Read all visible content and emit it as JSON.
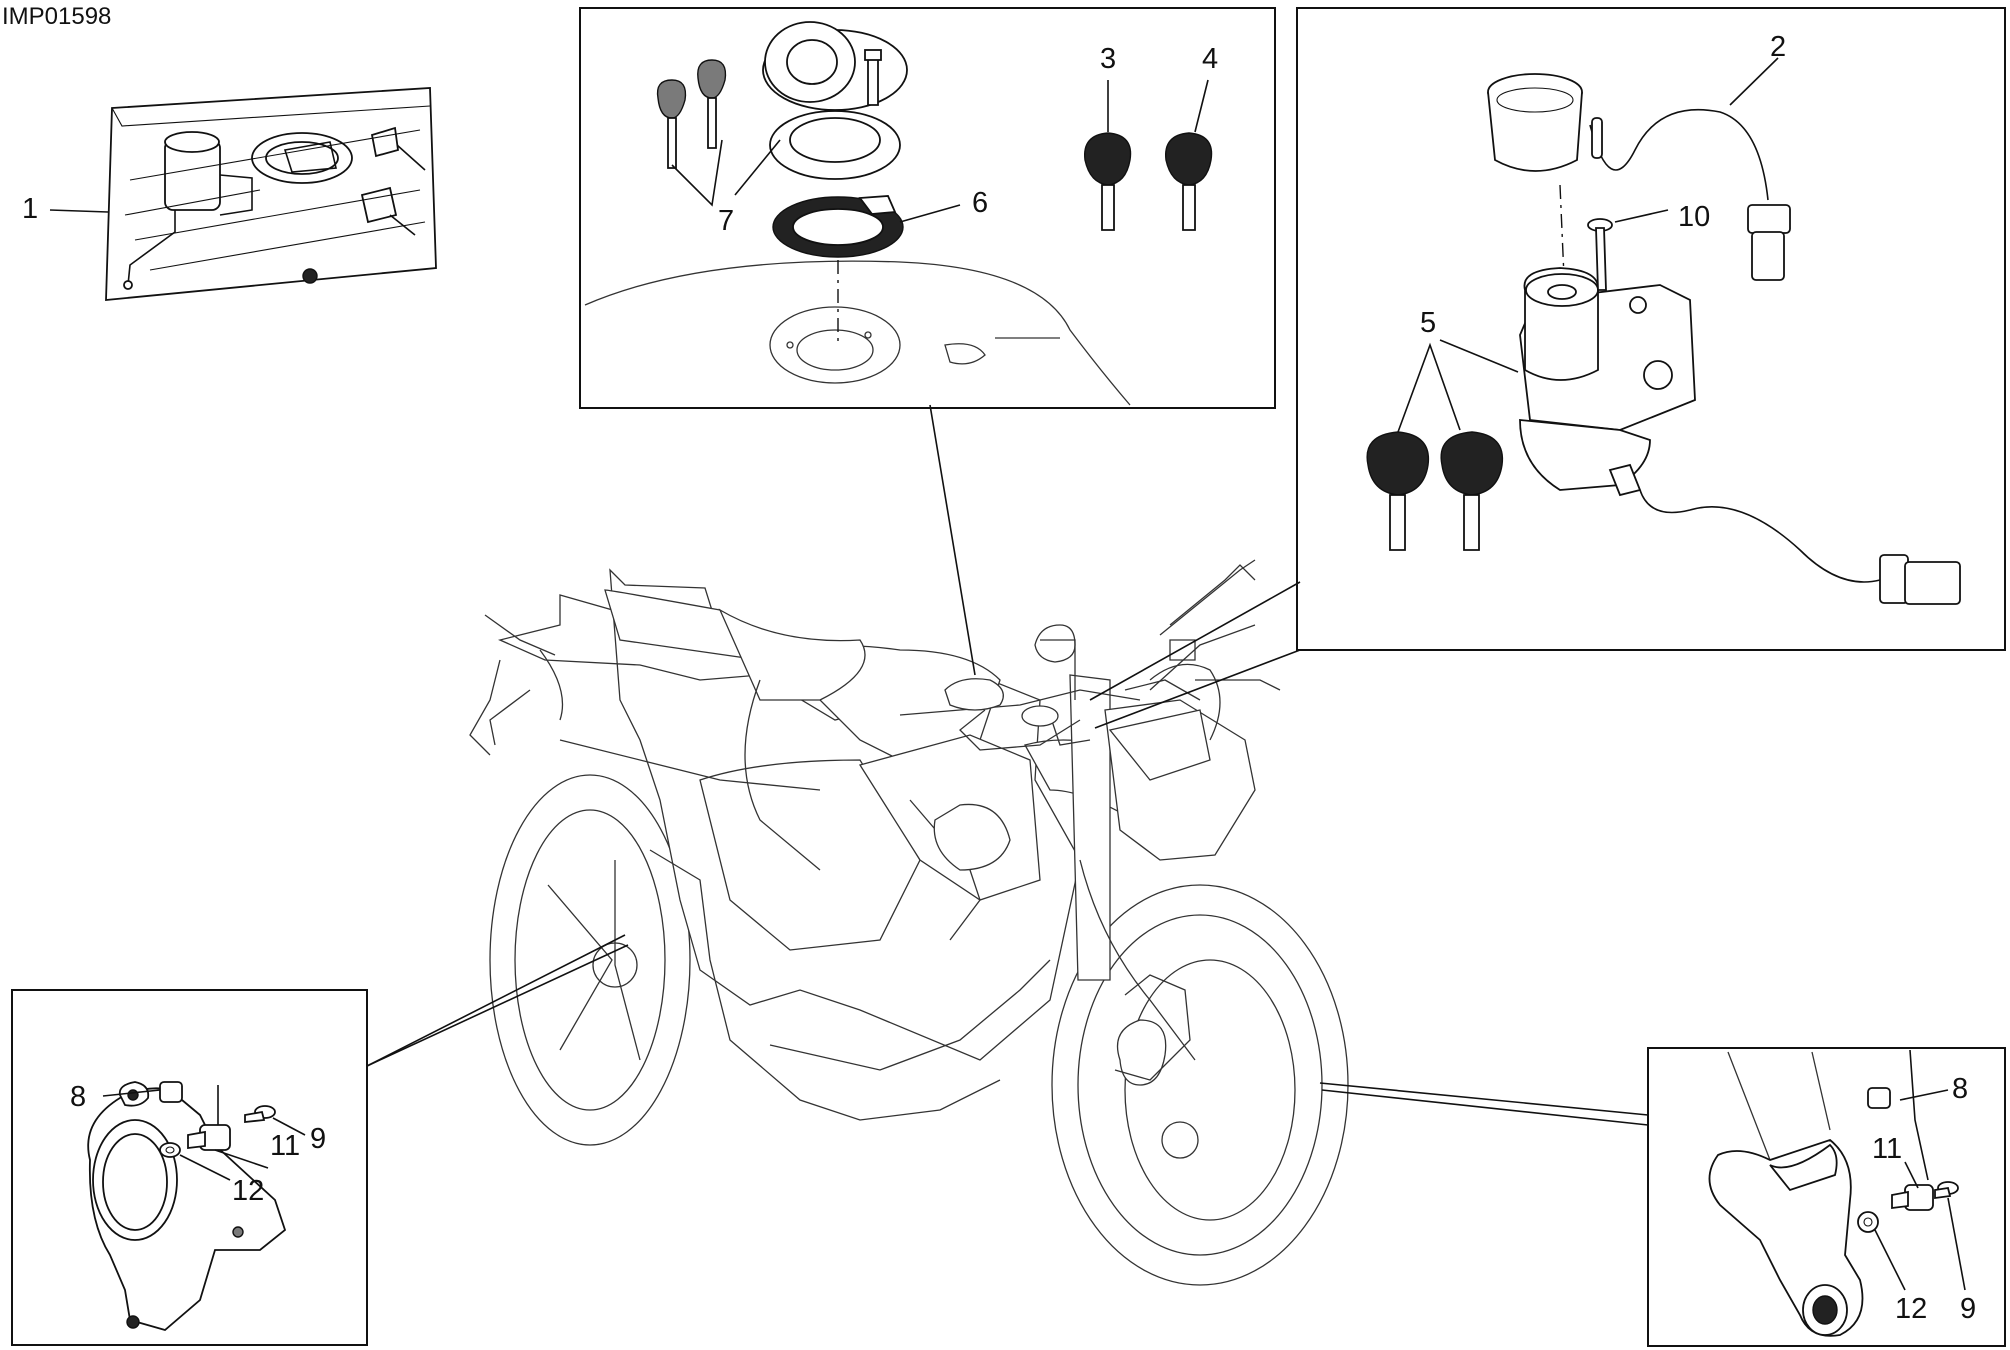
{
  "image_code": "IMP01598",
  "callouts": {
    "c1": "1",
    "c2": "2",
    "c3": "3",
    "c4": "4",
    "c5": "5",
    "c6": "6",
    "c7": "7",
    "c8_rear": "8",
    "c9_rear": "9",
    "c10": "10",
    "c11_rear": "11",
    "c12_rear": "12",
    "c8_front": "8",
    "c9_front": "9",
    "c11_front": "11",
    "c12_front": "12"
  }
}
